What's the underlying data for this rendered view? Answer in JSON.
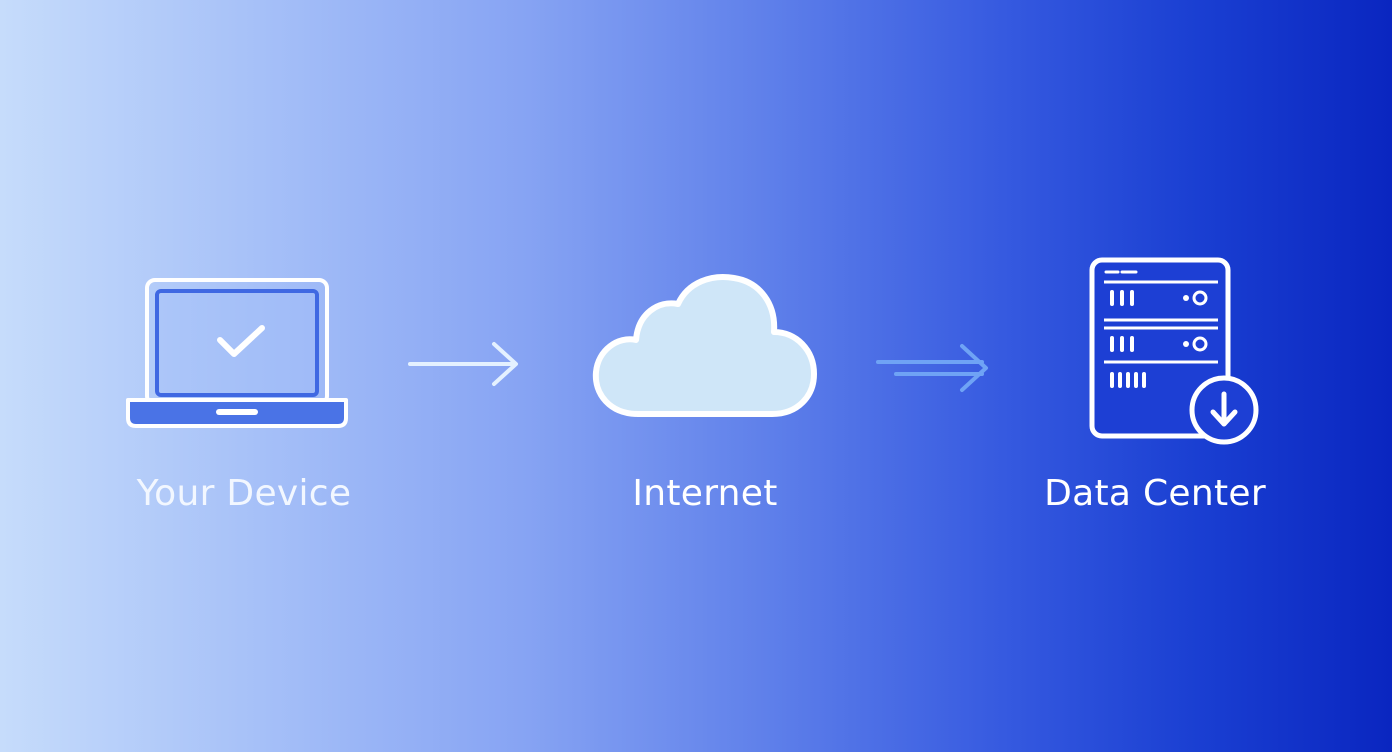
{
  "nodes": {
    "device": {
      "label": "Your Device",
      "icon": "laptop-checkmark-icon"
    },
    "internet": {
      "label": "Internet",
      "icon": "cloud-icon"
    },
    "data_center": {
      "label": "Data Center",
      "icon": "server-rack-download-icon"
    }
  },
  "connectors": {
    "first": {
      "icon": "arrow-right-icon"
    },
    "second": {
      "icon": "double-arrow-right-icon"
    }
  },
  "colors": {
    "background_start": "#c6dcfb",
    "background_end": "#0a26c0",
    "icon_stroke": "#ffffff",
    "laptop_fill": "#4a73e6",
    "cloud_fill": "#cfe6f8",
    "server_fill": "#1d3fd4"
  }
}
